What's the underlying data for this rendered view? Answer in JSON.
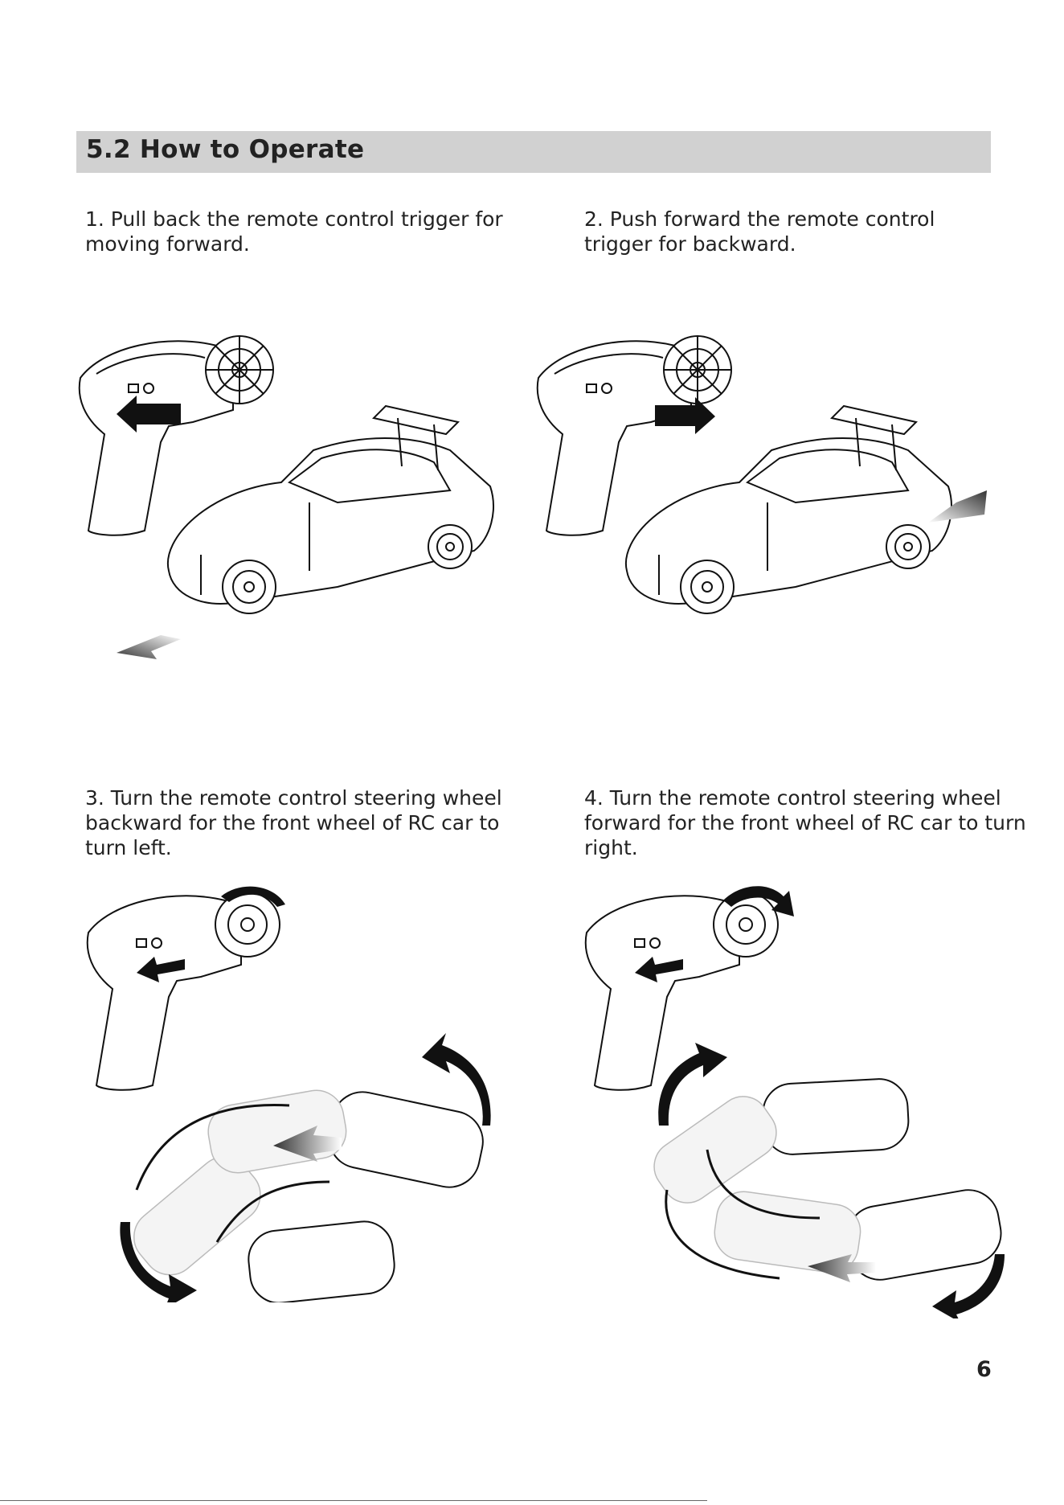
{
  "section": {
    "title": "5.2 How to Operate"
  },
  "steps": [
    {
      "text": "1. Pull back the remote control trigger for moving forward."
    },
    {
      "text": "2. Push forward the remote control trigger for backward."
    },
    {
      "text": "3. Turn the remote control steering wheel backward for the front wheel of RC car to turn left."
    },
    {
      "text": "4. Turn the remote control steering wheel forward for the front wheel of RC car to turn right."
    }
  ],
  "page": {
    "number": "6"
  }
}
